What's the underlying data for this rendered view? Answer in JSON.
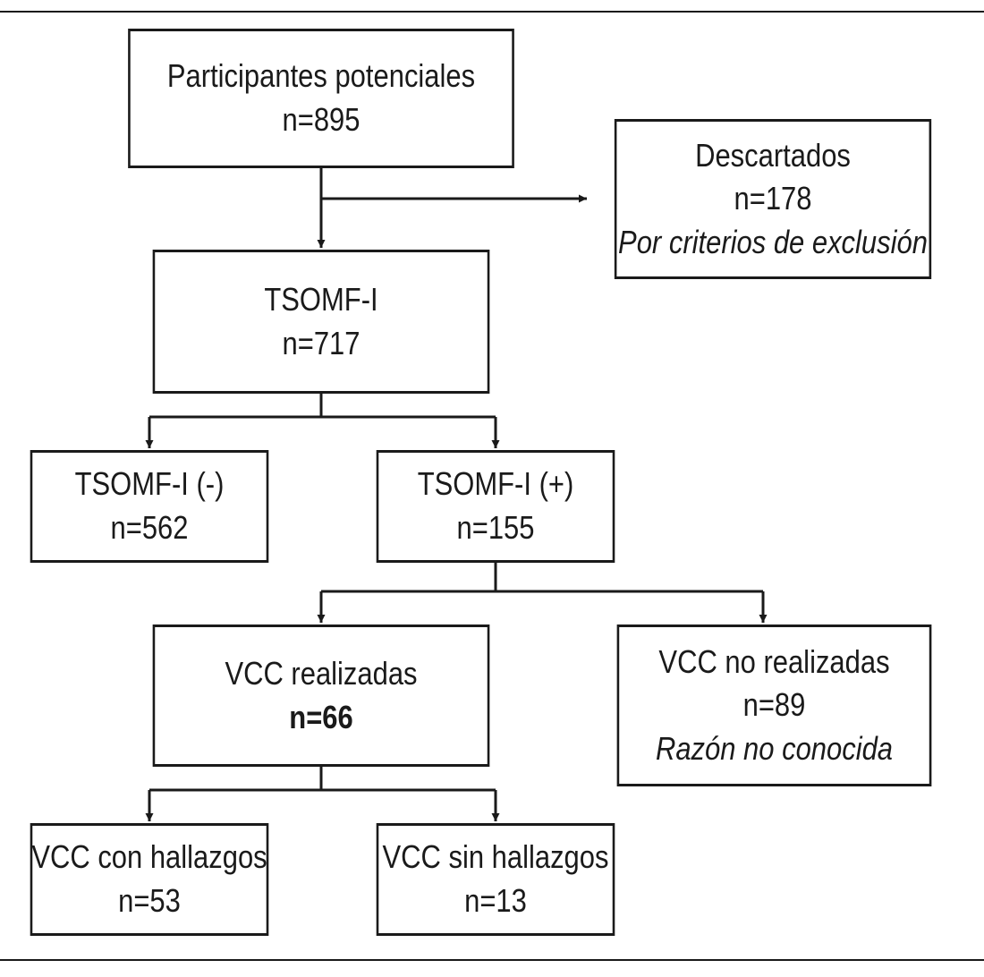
{
  "colors": {
    "line": "#1a1a1a",
    "background": "#ffffff"
  },
  "nodes": {
    "potential": {
      "title": "Participantes potenciales",
      "count": "n=895"
    },
    "discarded": {
      "title": "Descartados",
      "count": "n=178",
      "note": "Por criterios de exclusión"
    },
    "tsomf": {
      "title": "TSOMF-I",
      "count": "n=717"
    },
    "tsomf_neg": {
      "title": "TSOMF-I (-)",
      "count": "n=562"
    },
    "tsomf_pos": {
      "title": "TSOMF-I (+)",
      "count": "n=155"
    },
    "vcc_done": {
      "title": "VCC realizadas",
      "count": "n=66"
    },
    "vcc_not_done": {
      "title": "VCC no realizadas",
      "count": "n=89",
      "note": "Razón no conocida"
    },
    "vcc_findings": {
      "title": "VCC con hallazgos",
      "count": "n=53"
    },
    "vcc_no_findings": {
      "title": "VCC sin hallazgos",
      "count": "n=13"
    }
  }
}
